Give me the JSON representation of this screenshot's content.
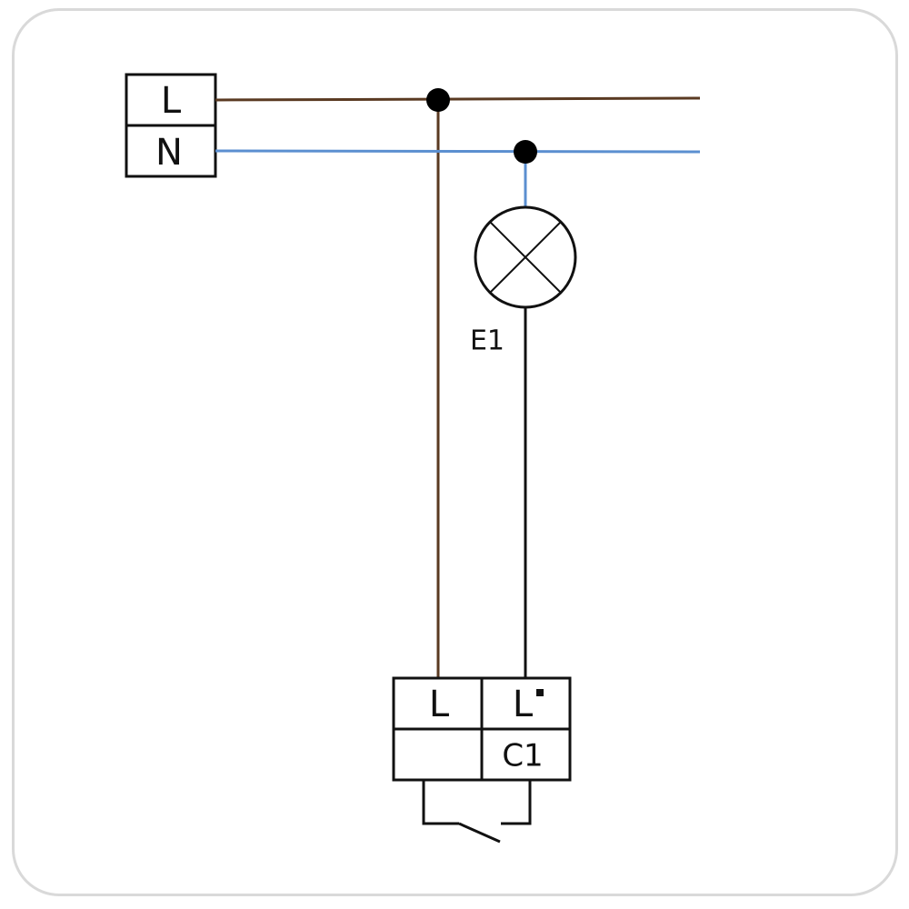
{
  "colors": {
    "live": "#5a3a22",
    "neutral": "#5b8fd0",
    "switched": "#111111",
    "node": "#000000",
    "card_border": "#d9d9d9"
  },
  "supply": {
    "live_label": "L",
    "neutral_label": "N"
  },
  "lamp": {
    "designation": "E1",
    "icon": "lamp-cross-circle-icon"
  },
  "switch_block": {
    "in_label": "L",
    "out_label": "L",
    "out_marker": "dot",
    "designation": "C1",
    "icon": "normally-open-contact-icon"
  }
}
